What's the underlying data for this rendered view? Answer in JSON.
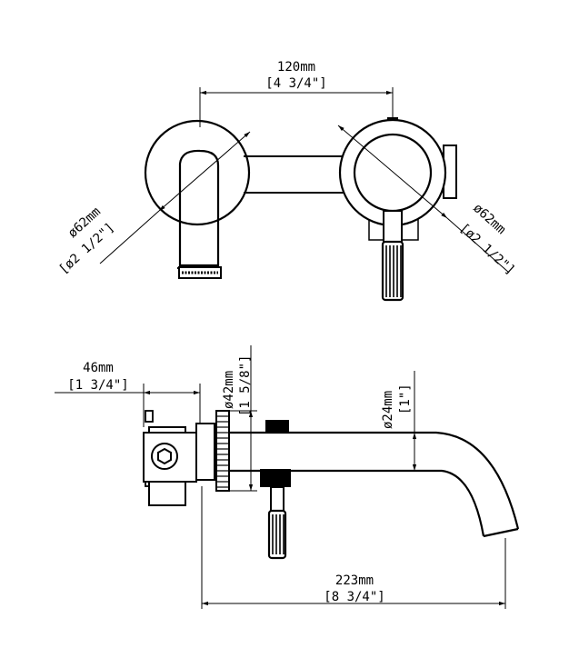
{
  "dimensions": {
    "top_width": {
      "metric": "120mm",
      "imperial": "[4 3/4\"]"
    },
    "left_flange": {
      "metric": "ø62mm",
      "imperial": "[ø2 1/2\"]"
    },
    "right_flange": {
      "metric": "ø62mm",
      "imperial": "[ø2 1/2\"]"
    },
    "body_depth": {
      "metric": "46mm",
      "imperial": "[1 3/4\"]"
    },
    "knurl_dia": {
      "metric": "ø42mm",
      "imperial": "[1 5/8\"]"
    },
    "spout_dia": {
      "metric": "ø24mm",
      "imperial": "[1\"]"
    },
    "spout_length": {
      "metric": "223mm",
      "imperial": "[8 3/4\"]"
    }
  }
}
